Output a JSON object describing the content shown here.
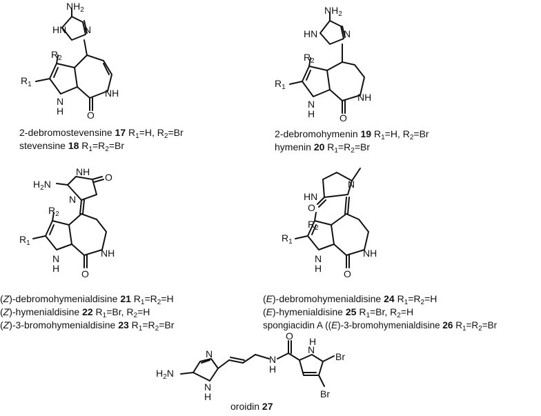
{
  "captions": {
    "c17": {
      "name": "2-debromostevensine",
      "num": "17",
      "desc": "R1=H, R2=Br"
    },
    "c18": {
      "name": "stevensine",
      "num": "18",
      "desc": "R1=R2=Br"
    },
    "c19": {
      "name": "2-debromohymenin",
      "num": "19",
      "desc": "R1=H, R2=Br"
    },
    "c20": {
      "name": "hymenin",
      "num": "20",
      "desc": "R1=R2=Br"
    },
    "c21": {
      "pre": "(",
      "iso": "Z",
      "name": ")-debromohymenialdisine",
      "num": "21",
      "desc": "R1=R2=H"
    },
    "c22": {
      "pre": "(",
      "iso": "Z",
      "name": ")-hymenialdisine",
      "num": "22",
      "desc": "R1=Br, R2=H"
    },
    "c23": {
      "pre": "(",
      "iso": "Z",
      "name": ")-3-bromohymenialdisine",
      "num": "23",
      "desc": "R1=R2=Br"
    },
    "c24": {
      "pre": "(",
      "iso": "E",
      "name": ")-debromohymenialdisine",
      "num": "24",
      "desc": "R1=R2=H"
    },
    "c25": {
      "pre": "(",
      "iso": "E",
      "name": ")-hymenialdisine",
      "num": "25",
      "desc": "R1=Br, R2=H"
    },
    "c26": {
      "pre": "spongiacidin A ((",
      "iso": "E",
      "name": ")-3-bromohymenialdisine",
      "num": "26",
      "desc": "R1=R2=Br"
    },
    "c27": {
      "name": "oroidin",
      "num": "27"
    }
  },
  "atom_labels": {
    "nh2": "NH",
    "two": "2",
    "h2n": "H",
    "hn": "HN",
    "nh": "NH",
    "n": "N",
    "h": "H",
    "o": "O",
    "r": "R",
    "one": "1",
    "r2sub": "2",
    "br": "Br"
  }
}
